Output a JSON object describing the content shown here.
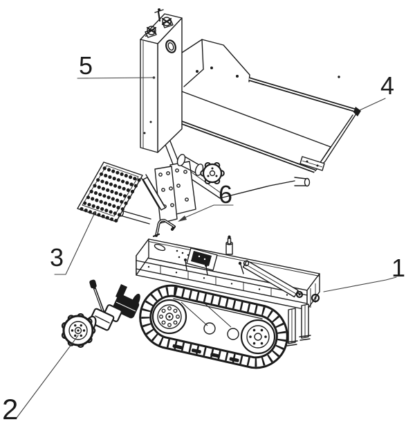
{
  "figure": {
    "labels": {
      "part1": "1",
      "part2": "2",
      "part3": "3",
      "part4": "4",
      "part5": "5",
      "part6": "6"
    },
    "colors": {
      "background": "#ffffff",
      "line": "#1a1a1a",
      "leader": "#3c3c3c"
    }
  }
}
